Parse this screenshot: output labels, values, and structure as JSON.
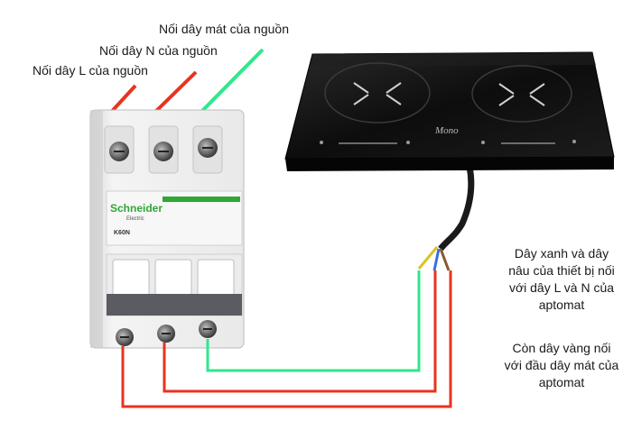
{
  "labels": {
    "ground_source": "Nối dây mát của nguồn",
    "neutral_source": "Nối dây N của nguồn",
    "live_source": "Nối dây L của nguồn"
  },
  "breaker": {
    "brand": "Schneider",
    "brand_sub": "Electric",
    "model": "K60N"
  },
  "cooktop": {
    "brand": "Mono"
  },
  "notes": {
    "blue_brown": [
      "Dây xanh và dây",
      "nâu của thiết bị nối",
      "với dây L và N của",
      "aptomat"
    ],
    "yellow": [
      "Còn dây vàng nối",
      "với đầu dây mát của",
      "aptomat"
    ]
  },
  "colors": {
    "red_wire": "#e8331e",
    "green_wire": "#2ee88a",
    "breaker_green": "#2ea836",
    "cooktop_glass": "#111111"
  }
}
